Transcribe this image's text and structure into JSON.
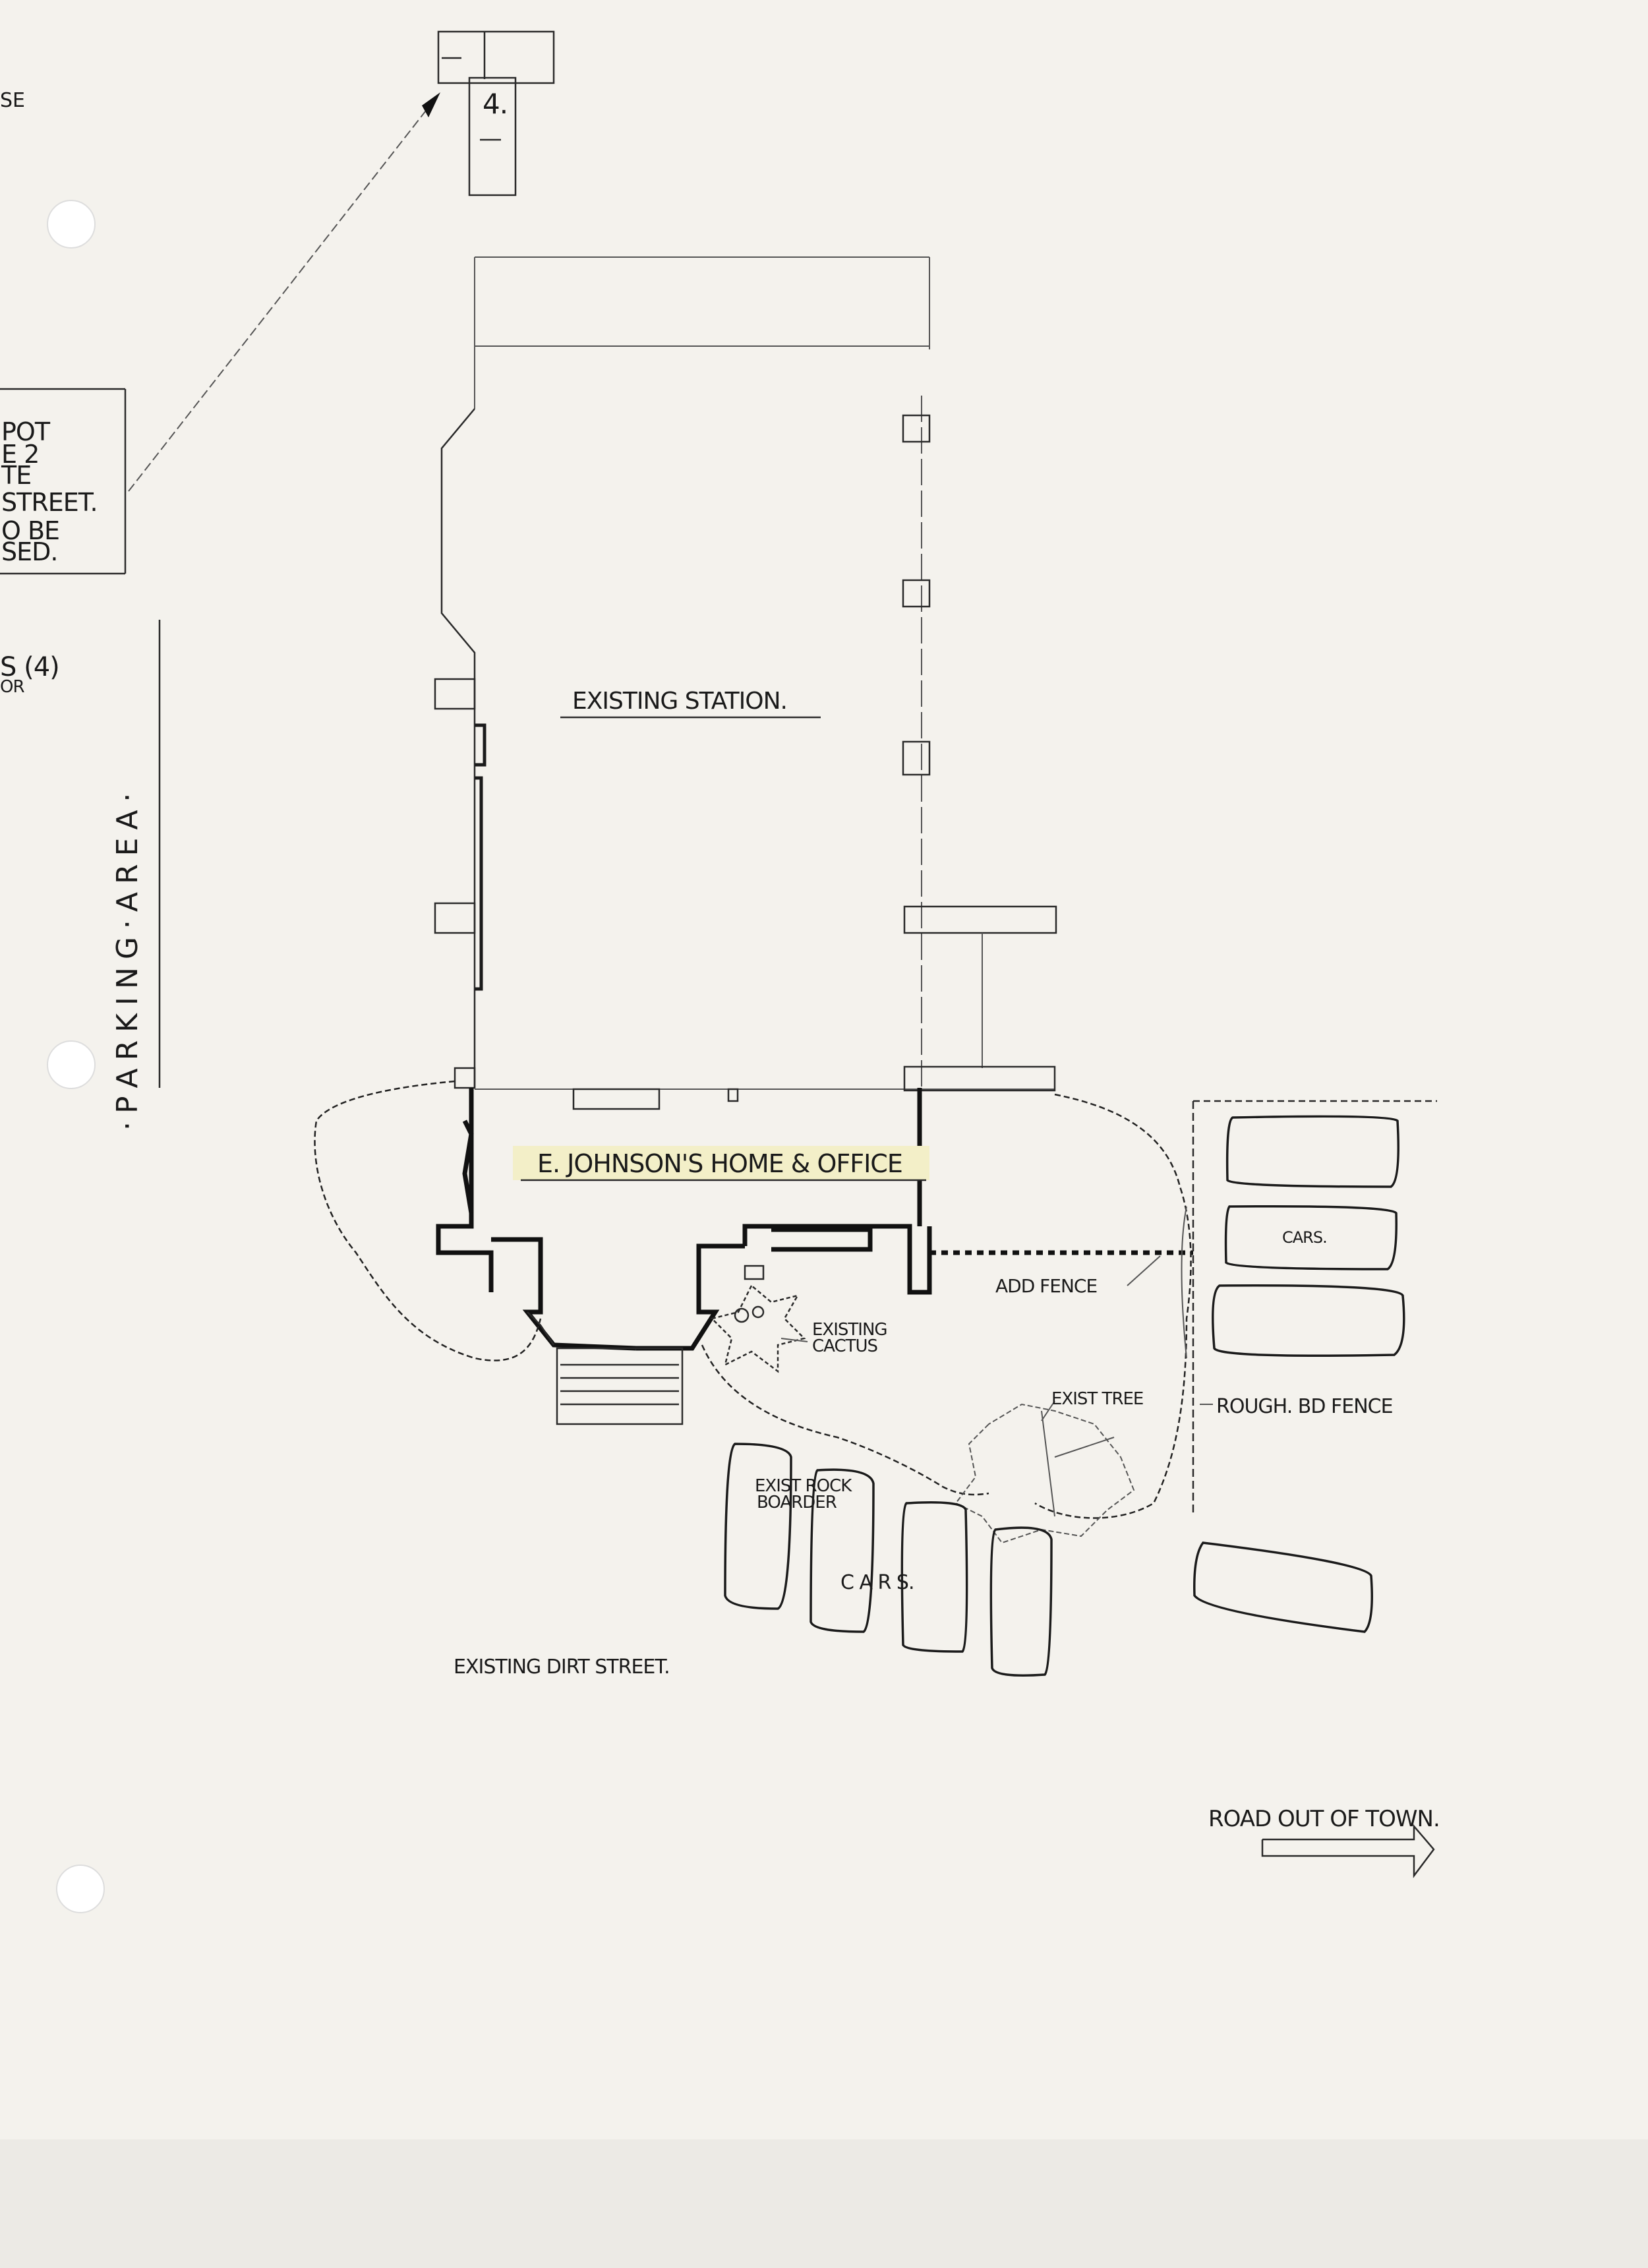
{
  "title_block": {
    "lines": [
      "POT",
      "E 2",
      "TE",
      "STREET.",
      "O BE",
      "SED."
    ]
  },
  "left_margin": {
    "top_fragment": "SE",
    "note_line1": "S (4)",
    "note_line2": "OR"
  },
  "parking_area_label": "· P A R K I N G · A R E A ·",
  "labels": {
    "existing_station": "EXISTING STATION.",
    "home_office": "E. JOHNSON'S HOME & OFFICE",
    "add_fence": "ADD FENCE",
    "existing_cactus_1": "EXISTING",
    "existing_cactus_2": "CACTUS",
    "exist_tree": "EXIST TREE",
    "rough_bd_fence": "ROUGH. BD FENCE",
    "exist_rock_1": "EXIST ROCK",
    "exist_rock_2": "BOARDER",
    "cars_lower": "C A R S.",
    "cars_right": "CARS.",
    "existing_dirt_street": "EXISTING DIRT STREET.",
    "road_out_of_town": "ROAD OUT OF TOWN.",
    "outbuilding_number": "4."
  },
  "colors": {
    "ink": "#1b1b1b",
    "paper": "#f4f2ed",
    "highlight": "#f3efc8"
  }
}
